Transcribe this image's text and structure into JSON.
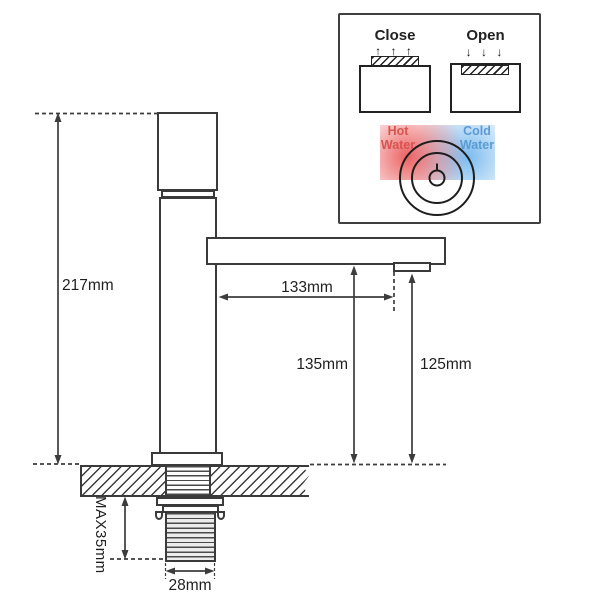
{
  "diagram": {
    "title": "faucet-installation-dimensions",
    "dimensions": {
      "total_height": "217mm",
      "spout_reach": "133mm",
      "spout_height": "135mm",
      "aerator_height": "125mm",
      "max_deck_thickness": "MAX35mm",
      "hole_diameter": "28mm"
    },
    "inset": {
      "close_label": "Close",
      "open_label": "Open",
      "close_arrows": "↑ ↑ ↑",
      "open_arrows": "↓ ↓ ↓",
      "hot_line1": "Hot",
      "hot_line2": "Water",
      "cold_line1": "Cold",
      "cold_line2": "Water",
      "colors": {
        "hot": "#d9534f",
        "cold": "#5b9bd5"
      }
    }
  }
}
